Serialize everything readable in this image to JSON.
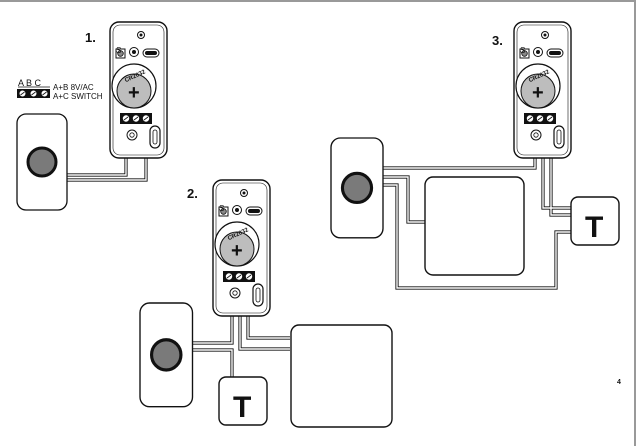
{
  "diagram": {
    "steps": [
      {
        "label": "1.",
        "crlabel": "CR2032"
      },
      {
        "label": "2.",
        "crlabel": "CR2032"
      },
      {
        "label": "3.",
        "crlabel": "CR2032"
      }
    ],
    "switch_label": "S",
    "terminal_letters": "A B C",
    "legend_line1": "A+B 8V/AC",
    "legend_line2": "A+C SWITCH",
    "transformer_label": "T",
    "page_number": "4"
  }
}
